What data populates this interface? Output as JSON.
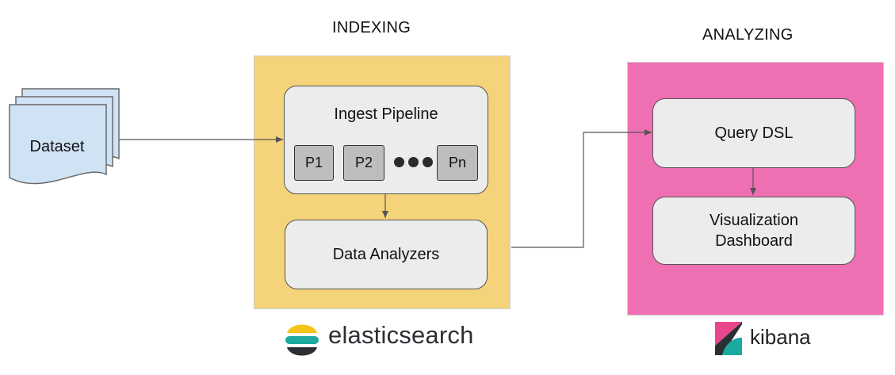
{
  "indexing": {
    "title": "INDEXING",
    "pipeline_title": "Ingest Pipeline",
    "processors": [
      "P1",
      "P2",
      "Pn"
    ],
    "analyzers": "Data Analyzers",
    "logo": "elasticsearch",
    "bg_color": "#f4d37a"
  },
  "analyzing": {
    "title": "ANALYZING",
    "query": "Query DSL",
    "viz_line1": "Visualization",
    "viz_line2": "Dashboard",
    "logo": "kibana",
    "bg_color": "#ef6fb3"
  },
  "dataset": {
    "label": "Dataset",
    "color": "#cfe3f5"
  },
  "icons": [
    "document-stack-icon",
    "ellipsis-icon",
    "elasticsearch-logo-icon",
    "kibana-logo-icon"
  ]
}
